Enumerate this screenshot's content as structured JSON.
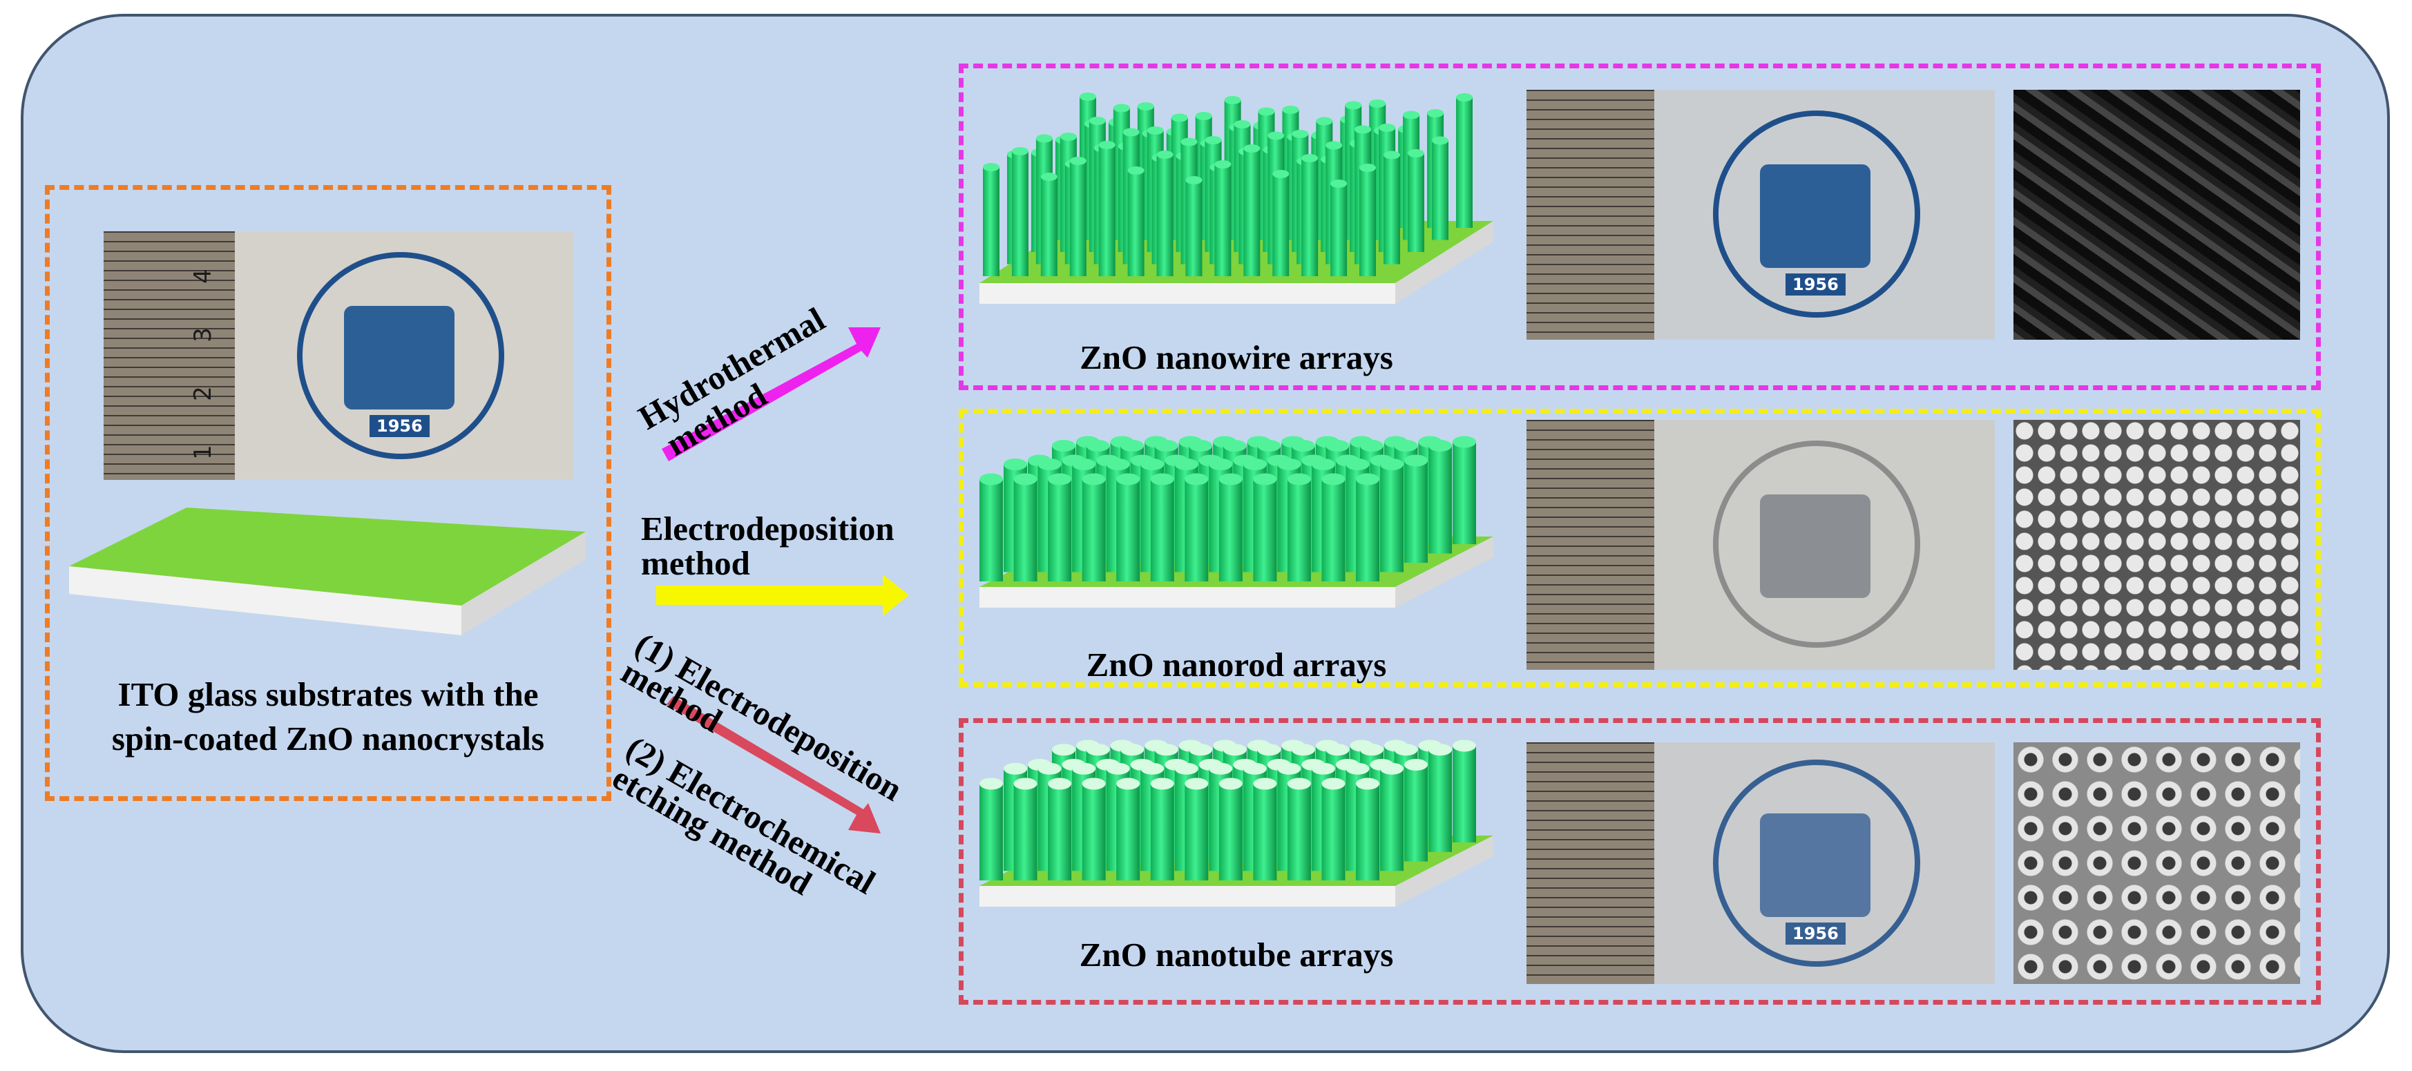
{
  "diagram": {
    "input_caption": [
      "ITO glass substrates with  the",
      "spin-coated ZnO nanocrystals"
    ],
    "methods": {
      "hydrothermal": [
        "Hydrothermal",
        "method"
      ],
      "electrodeposition": [
        "Electrodeposition",
        "method"
      ],
      "electrochemical": {
        "line1": "(1) Electrodeposition",
        "line2": "method",
        "line3": "(2)  Electrochemical",
        "line4": "etching method"
      }
    },
    "products": {
      "nanowire": "ZnO nanowire arrays",
      "nanorod": "ZnO nanorod arrays",
      "nanotube": "ZnO nanotube arrays"
    },
    "ruler_ticks": [
      "1",
      "2",
      "3",
      "4"
    ],
    "seal_year": "1956",
    "colors": {
      "background": "#c5d7ef",
      "input_box": "#ee7c25",
      "nanowire_box": "#e637e6",
      "nanorod_box": "#f4ee14",
      "nanotube_box": "#d5485c",
      "substrate_green": "#7ed43c",
      "array_green": "#19d06a"
    }
  }
}
